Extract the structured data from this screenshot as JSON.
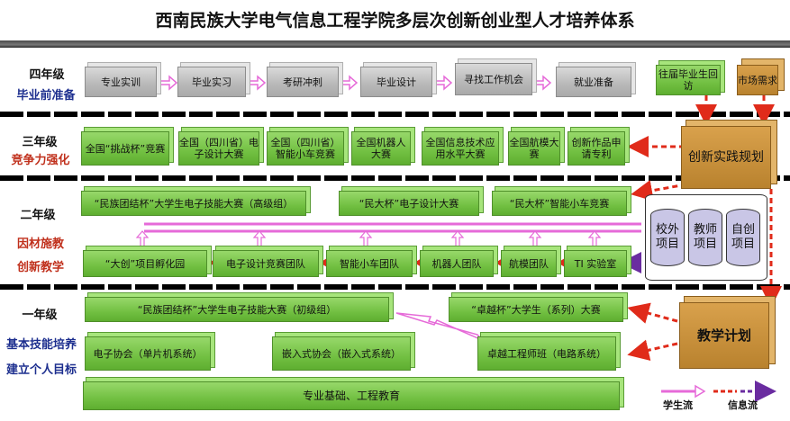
{
  "title": "西南民族大学电气信息工程学院多层次创新创业型人才培养体系",
  "grades": [
    {
      "name": "四年级",
      "sub": [
        "毕业前准备"
      ]
    },
    {
      "name": "三年级",
      "sub": [
        "竞争力强化"
      ]
    },
    {
      "name": "二年级",
      "sub": [
        "因材施教",
        "创新教学"
      ]
    },
    {
      "name": "一年级",
      "sub": [
        "基本技能培养",
        "建立个人目标"
      ]
    }
  ],
  "year4": [
    "专业实训",
    "毕业实习",
    "考研冲刺",
    "毕业设计",
    "寻找工作机会",
    "就业准备"
  ],
  "year4_sources": [
    "往届毕业生回访",
    "市场需求"
  ],
  "year3": [
    "全国“挑战杯”竞赛",
    "全国（四川省）电子设计大赛",
    "全国（四川省）智能小车竞赛",
    "全国机器人大赛",
    "全国信息技术应用水平大赛",
    "全国航模大赛",
    "创新作品申请专利"
  ],
  "year2_top": [
    "“民族团结杯”大学生电子技能大赛（高级组）",
    "“民大杯”电子设计大赛",
    "“民大杯”智能小车竞赛"
  ],
  "year2_bottom": [
    "“大创”项目孵化园",
    "电子设计竞赛团队",
    "智能小车团队",
    "机器人团队",
    "航模团队",
    "TI 实验室"
  ],
  "projects": [
    "校外项目",
    "教师项目",
    "自创项目"
  ],
  "planning": "创新实践规划",
  "teaching": "教学计划",
  "year1_top": [
    "“民族团结杯”大学生电子技能大赛（初级组）",
    "“卓越杯”大学生（系列）大赛"
  ],
  "year1_bottom": [
    "电子协会（单片机系统）",
    "嵌入式协会（嵌入式系统）",
    "卓越工程师班（电路系统）"
  ],
  "foundation": "专业基础、工程教育",
  "legend": {
    "student_flow": "学生流",
    "info_flow": "信息流"
  },
  "colors": {
    "green": "#72c042",
    "grey": "#b8b8b8",
    "tan": "#b9822e",
    "red": "#e02b1a",
    "purple": "#6a2ca0",
    "pink": "#e66ad8"
  }
}
